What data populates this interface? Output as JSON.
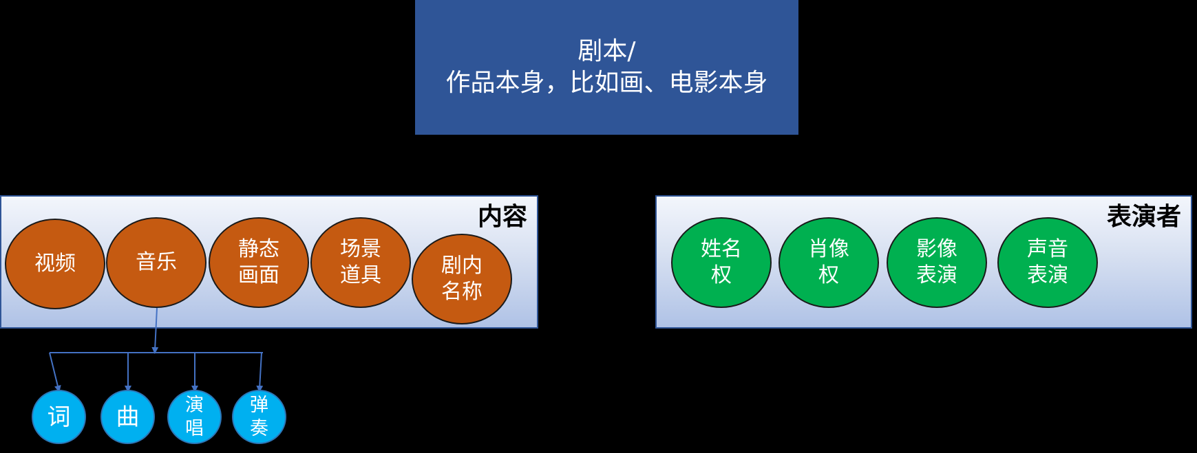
{
  "top_box": {
    "line1": "剧本/",
    "line2": "作品本身，比如画、电影本身"
  },
  "content_group": {
    "label": "内容",
    "items": [
      {
        "line1": "视频",
        "line2": ""
      },
      {
        "line1": "音乐",
        "line2": ""
      },
      {
        "line1": "静态",
        "line2": "画面"
      },
      {
        "line1": "场景",
        "line2": "道具"
      },
      {
        "line1": "剧内",
        "line2": "名称"
      }
    ]
  },
  "performer_group": {
    "label": "表演者",
    "items": [
      {
        "line1": "姓名",
        "line2": "权"
      },
      {
        "line1": "肖像",
        "line2": "权"
      },
      {
        "line1": "影像",
        "line2": "表演"
      },
      {
        "line1": "声音",
        "line2": "表演"
      }
    ]
  },
  "music_children": [
    {
      "line1": "词",
      "line2": ""
    },
    {
      "line1": "曲",
      "line2": ""
    },
    {
      "line1": "演",
      "line2": "唱"
    },
    {
      "line1": "弹",
      "line2": "奏"
    }
  ],
  "colors": {
    "top_box": "#2F5597",
    "content_oval": "#C55A11",
    "performer_oval": "#00B050",
    "child_circle": "#00B0F0",
    "connector": "#4472C4"
  }
}
